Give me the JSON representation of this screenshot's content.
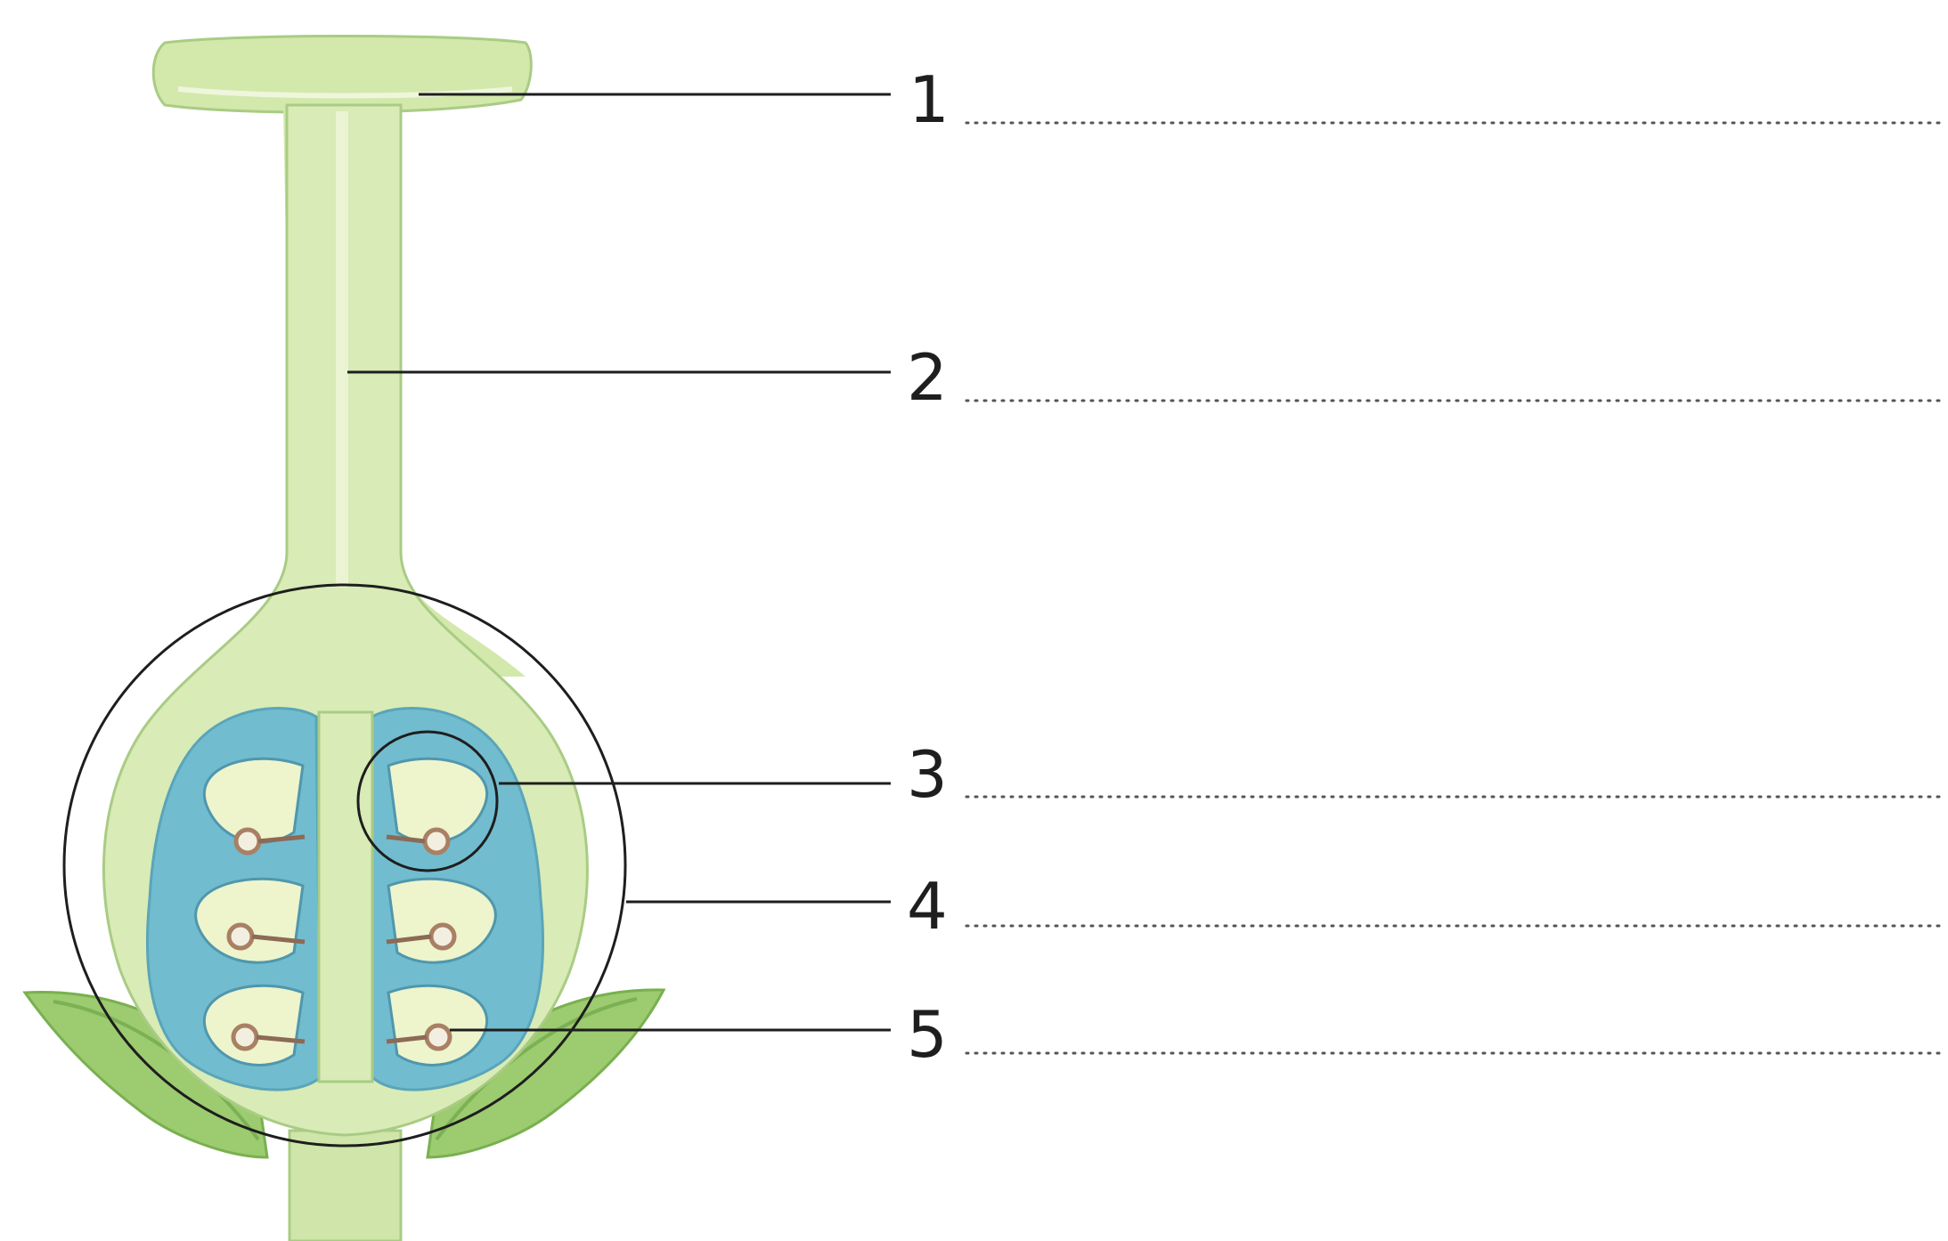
{
  "diagram": {
    "labels": [
      "1",
      "2",
      "3",
      "4",
      "5"
    ]
  },
  "colors": {
    "tissue_light": "#dfeebe",
    "tissue_mid": "#cde3a5",
    "tissue_outline": "#a9cc84",
    "chamber_blue": "#6cb8cc",
    "chamber_blue_light": "#a9d9df",
    "ovule_fill": "#eaf2c4",
    "ovule_core": "#b88f74",
    "sepal_green": "#8cc462",
    "line": "#1e1e1e",
    "dots": "#555555"
  }
}
